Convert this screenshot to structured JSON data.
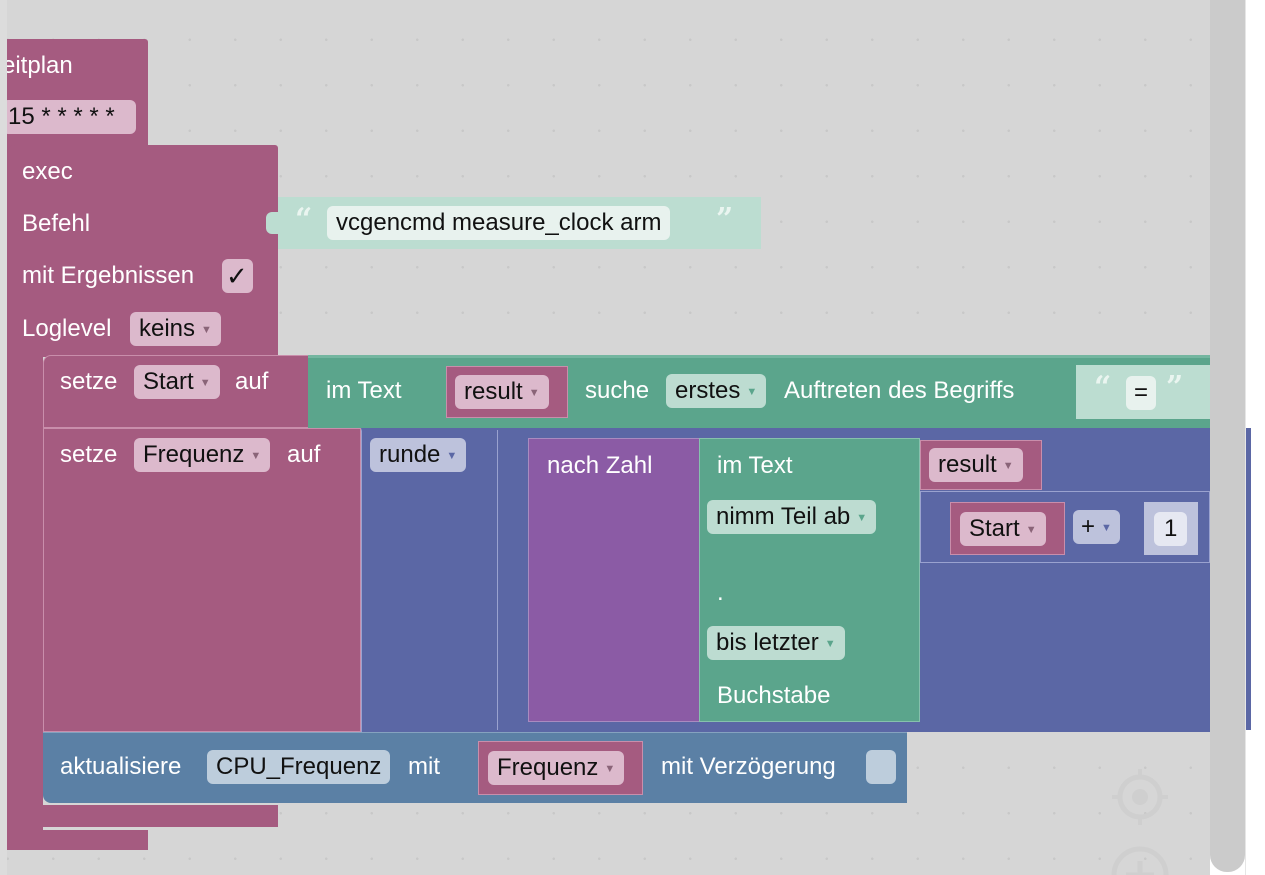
{
  "colors": {
    "procedure": "#a55b80",
    "text_block": "#5ba58c",
    "math_block": "#5b67a5",
    "convert_block": "#8b5ba5",
    "state_block": "#5b80a5"
  },
  "schedule_block": {
    "title_partial": "eitplan",
    "cron_value": "15 * * * * *"
  },
  "exec_block": {
    "title": "exec",
    "command_label": "Befehl",
    "command_value": "vcgencmd measure_clock arm",
    "results_label": "mit Ergebnissen",
    "results_checked": "✓",
    "loglevel_label": "Loglevel",
    "loglevel_value": "keins"
  },
  "set_start": {
    "set_label": "setze",
    "var": "Start",
    "to_label": "auf",
    "in_text_label": "im Text",
    "in_text_var": "result",
    "search_label": "suche",
    "occurrence": "erstes",
    "occurrence_label": "Auftreten des Begriffs",
    "term": "="
  },
  "set_freq": {
    "set_label": "setze",
    "var": "Frequenz",
    "to_label": "auf",
    "round_op": "runde",
    "to_number_label": "nach Zahl",
    "in_text_label": "im Text",
    "in_text_var": "result",
    "substring_from": "nimm Teil ab",
    "start_var": "Start",
    "operator": "+",
    "operand": "1",
    "dot": ".",
    "substring_to": "bis letzter",
    "letter_label": "Buchstabe"
  },
  "update_block": {
    "label": "aktualisiere",
    "state": "CPU_Frequenz",
    "with_label": "mit",
    "value_var": "Frequenz",
    "delay_label": "mit Verzögerung"
  },
  "controls": {
    "recenter": "recenter-icon",
    "zoom_in": "zoom-in-icon"
  }
}
